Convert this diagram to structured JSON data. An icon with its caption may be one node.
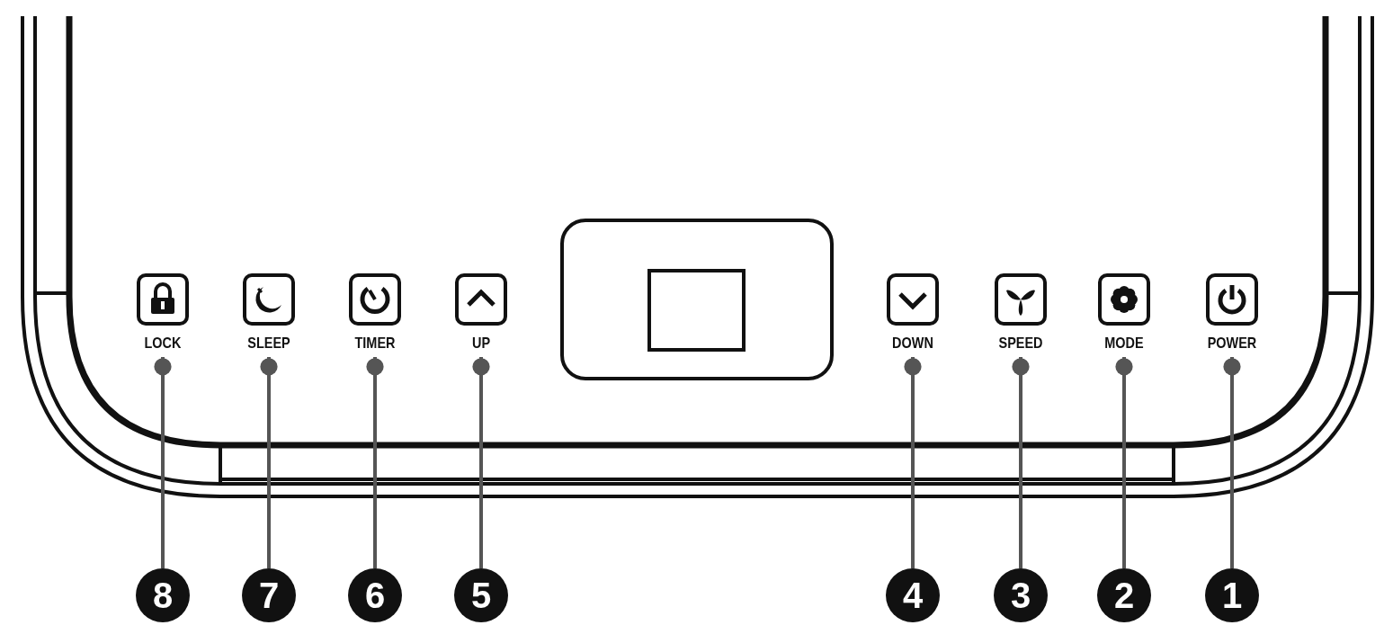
{
  "diagram": {
    "nodes": [
      {
        "text": [
          "LOCK"
        ]
      },
      {
        "text": [
          "SLEEP"
        ]
      },
      {
        "text": [
          "TIMER"
        ]
      },
      {
        "text": [
          "UP"
        ]
      },
      {
        "text": [
          "DOWN"
        ]
      },
      {
        "text": [
          "SPEED"
        ]
      },
      {
        "text": [
          "MODE"
        ]
      },
      {
        "text": [
          "POWER"
        ]
      },
      {
        "text": [
          "8"
        ]
      },
      {
        "text": [
          "7"
        ]
      },
      {
        "text": [
          "6"
        ]
      },
      {
        "text": [
          "5"
        ]
      },
      {
        "text": [
          "4"
        ]
      },
      {
        "text": [
          "3"
        ]
      },
      {
        "text": [
          "2"
        ]
      },
      {
        "text": [
          "1"
        ]
      }
    ],
    "edges": [
      {
        "from": 8,
        "to": 0,
        "arrow": "other"
      },
      {
        "from": 9,
        "to": 1,
        "arrow": "other"
      },
      {
        "from": 10,
        "to": 2,
        "arrow": "other"
      },
      {
        "from": 11,
        "to": 3,
        "arrow": "other"
      },
      {
        "from": 12,
        "to": 4,
        "arrow": "other"
      },
      {
        "from": 13,
        "to": 5,
        "arrow": "other"
      },
      {
        "from": 14,
        "to": 6,
        "arrow": "other"
      },
      {
        "from": 15,
        "to": 7,
        "arrow": "other"
      }
    ]
  }
}
